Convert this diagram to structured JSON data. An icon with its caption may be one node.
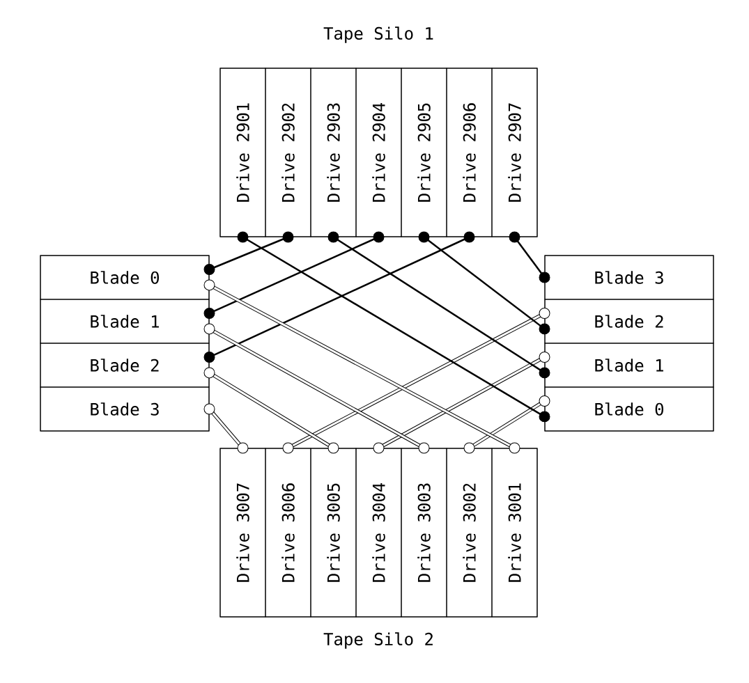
{
  "diagram": {
    "nodes": [
      {
        "text": [
          "Tape Silo 1"
        ]
      },
      {
        "text": [
          "Drive 2901"
        ],
        "in": 0
      },
      {
        "text": [
          "Drive 2902"
        ],
        "in": 0
      },
      {
        "text": [
          "Drive 2903"
        ],
        "in": 0
      },
      {
        "text": [
          "Drive 2904"
        ],
        "in": 0
      },
      {
        "text": [
          "Drive 2905"
        ],
        "in": 0
      },
      {
        "text": [
          "Drive 2906"
        ],
        "in": 0
      },
      {
        "text": [
          "Drive 2907"
        ],
        "in": 0
      },
      {
        "text": [],
        "shape": "box"
      },
      {
        "text": [
          "Blade 0"
        ],
        "in": 8
      },
      {
        "text": [
          "Blade 1"
        ],
        "in": 8
      },
      {
        "text": [
          "Blade 2"
        ],
        "in": 8
      },
      {
        "text": [
          "Blade 3"
        ],
        "in": 8
      },
      {
        "text": [],
        "shape": "box"
      },
      {
        "text": [
          "Blade 3"
        ],
        "in": 13
      },
      {
        "text": [
          "Blade 2"
        ],
        "in": 13
      },
      {
        "text": [
          "Blade 1"
        ],
        "in": 13
      },
      {
        "text": [
          "Blade 0"
        ],
        "in": 13
      },
      {
        "text": [
          "Tape Silo 2"
        ]
      },
      {
        "text": [
          "Drive 3007"
        ],
        "in": 18
      },
      {
        "text": [
          "Drive 3006"
        ],
        "in": 18
      },
      {
        "text": [
          "Drive 3005"
        ],
        "in": 18
      },
      {
        "text": [
          "Drive 3004"
        ],
        "in": 18
      },
      {
        "text": [
          "Drive 3003"
        ],
        "in": 18
      },
      {
        "text": [
          "Drive 3002"
        ],
        "in": 18
      },
      {
        "text": [
          "Drive 3001"
        ],
        "in": 18
      }
    ],
    "edges": [
      {
        "from": 15,
        "to": 20,
        "arrow": "other",
        "style": "thick"
      },
      {
        "from": 16,
        "to": 22,
        "arrow": "other",
        "style": "thick"
      },
      {
        "from": 17,
        "to": 24,
        "arrow": "other",
        "style": "thick"
      },
      {
        "from": 1,
        "to": 17,
        "arrow": "other"
      },
      {
        "from": 2,
        "to": 9,
        "arrow": "other"
      },
      {
        "from": 3,
        "to": 16,
        "arrow": "other"
      },
      {
        "from": 4,
        "to": 10,
        "arrow": "other"
      },
      {
        "from": 5,
        "to": 15,
        "arrow": "other"
      },
      {
        "from": 6,
        "to": 11,
        "arrow": "other"
      },
      {
        "from": 7,
        "to": 14,
        "arrow": "other"
      },
      {
        "from": 9,
        "to": 25,
        "arrow": "other",
        "style": "thick"
      },
      {
        "from": 10,
        "to": 23,
        "arrow": "other",
        "style": "thick"
      },
      {
        "from": 11,
        "to": 21,
        "arrow": "other",
        "style": "thick"
      },
      {
        "from": 12,
        "to": 19,
        "arrow": "other",
        "style": "thick"
      }
    ]
  }
}
